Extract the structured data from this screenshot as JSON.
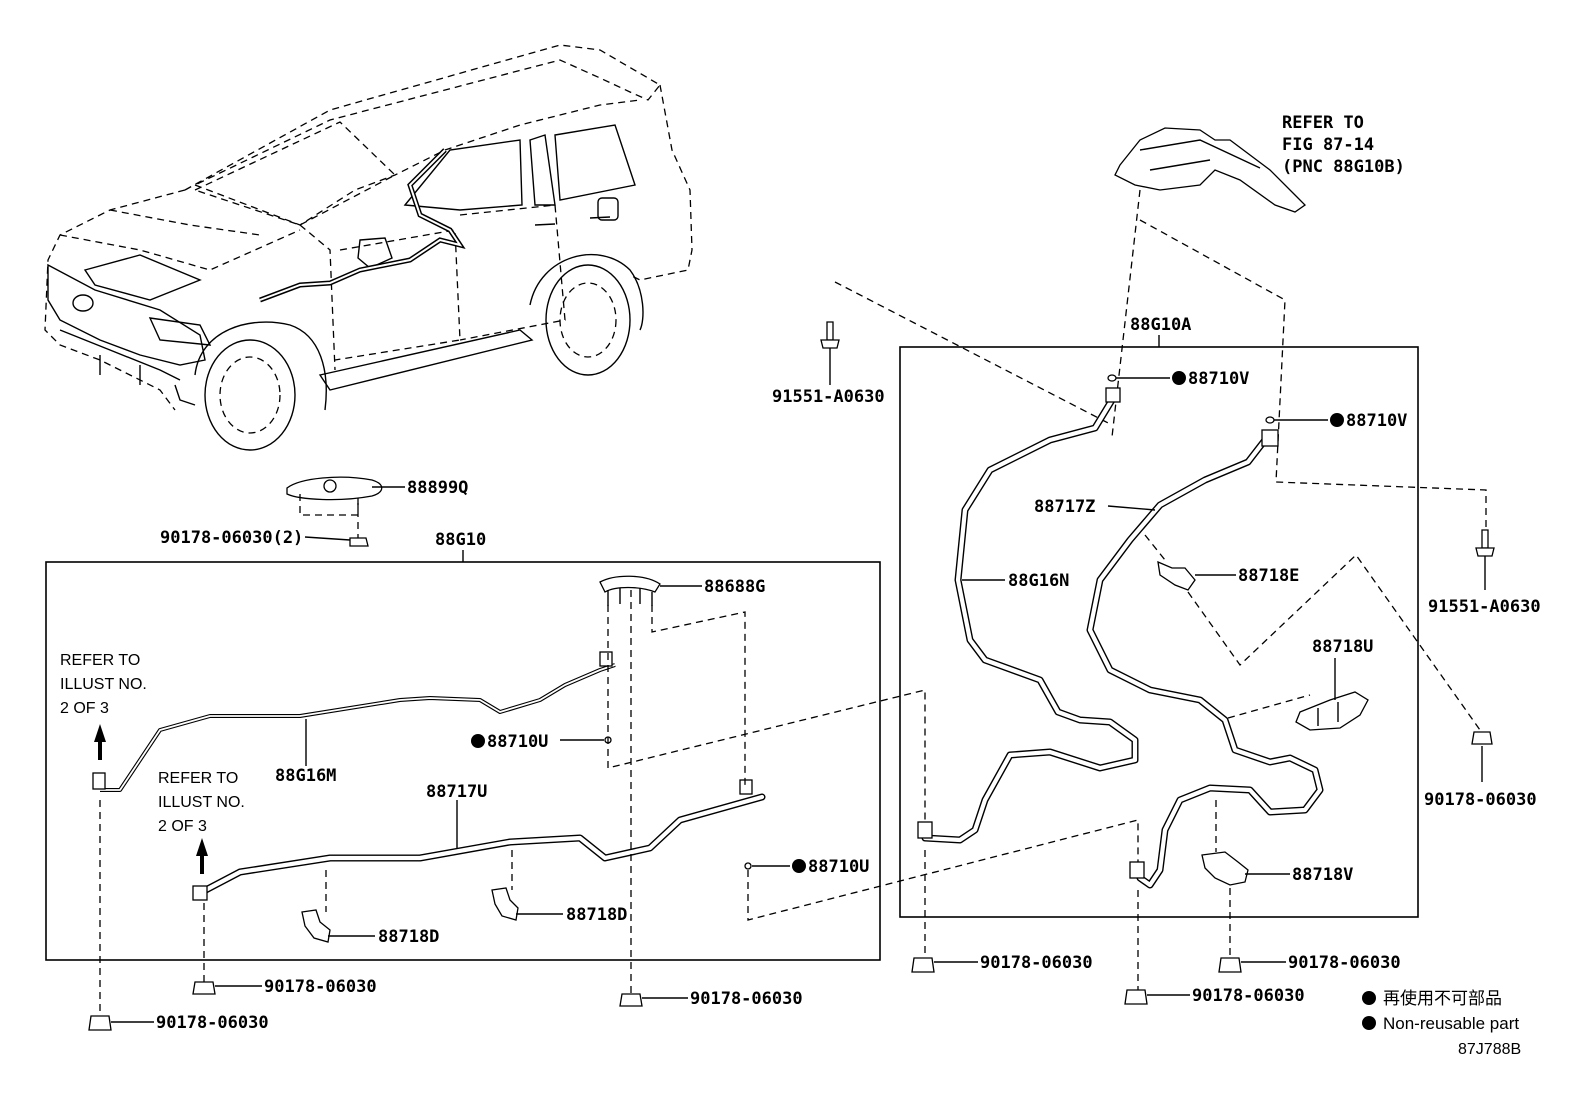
{
  "labels": {
    "p_88899q": "88899Q",
    "p_90178_2": "90178-06030(2)",
    "p_88g10": "88G10",
    "p_88688g": "88688G",
    "p_88g16m": "88G16M",
    "p_88710u_a": "88710U",
    "p_88717u": "88717U",
    "p_88710u_b": "88710U",
    "p_88718d_a": "88718D",
    "p_88718d_b": "88718D",
    "p_90178_a": "90178-06030",
    "p_90178_b": "90178-06030",
    "p_90178_c": "90178-06030",
    "p_88g10a": "88G10A",
    "p_88710v_a": "88710V",
    "p_88710v_b": "88710V",
    "p_91551_a": "91551-A0630",
    "p_91551_b": "91551-A0630",
    "p_88717z": "88717Z",
    "p_88g16n": "88G16N",
    "p_88718e": "88718E",
    "p_88718u": "88718U",
    "p_88718v": "88718V",
    "p_90178_d": "90178-06030",
    "p_90178_e": "90178-06030",
    "p_90178_f": "90178-06030",
    "p_90178_g": "90178-06030"
  },
  "refer_fig": [
    "REFER TO",
    "FIG 87-14",
    "(PNC 88G10B)"
  ],
  "refer_illust_1": [
    "REFER TO",
    "ILLUST NO.",
    "2 OF 3"
  ],
  "refer_illust_2": [
    "REFER TO",
    "ILLUST NO.",
    "2 OF 3"
  ],
  "legend": {
    "jp": "再使用不可部品",
    "en": "Non-reusable part"
  },
  "diagram_code": "87J788B"
}
